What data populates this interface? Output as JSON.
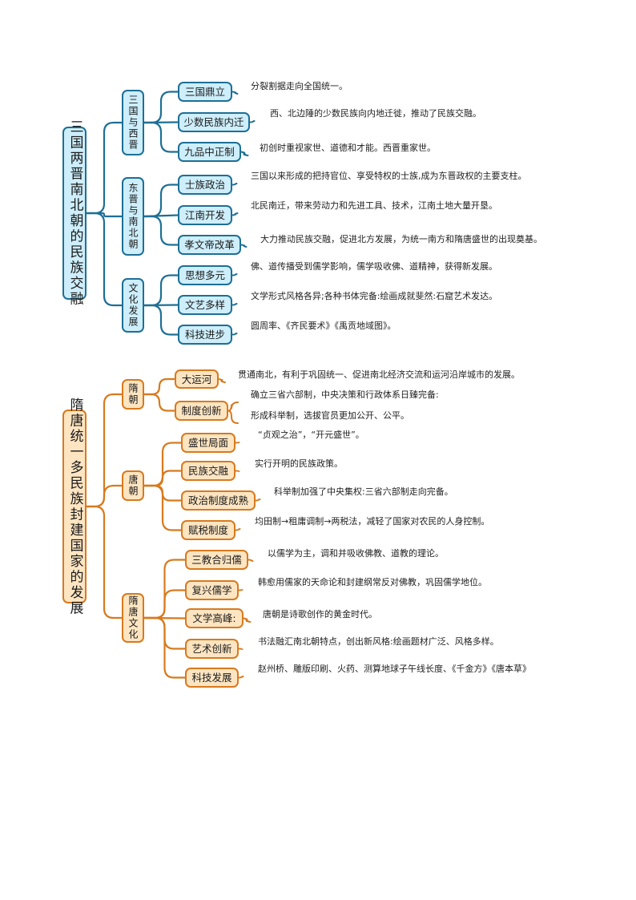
{
  "colors": {
    "section1_accent": "#1e6f95",
    "section1_fill": "#cdeefa",
    "section2_accent": "#d87a1e",
    "section2_fill": "#fde5c2"
  },
  "sections": [
    {
      "title": "三国两晋南北朝的民族交融",
      "groups": [
        {
          "label": "三国与西晋",
          "items": [
            {
              "label": "三国鼎立",
              "desc": [
                "分裂割据走向全国统一。"
              ]
            },
            {
              "label": "少数民族内迁",
              "desc": [
                "西、北边陲的少数民族向内地迁徙，推动了民族交融。"
              ]
            },
            {
              "label": "九品中正制",
              "desc": [
                "初创时重视家世、道德和才能。西晋重家世。"
              ]
            }
          ]
        },
        {
          "label": "东晋与南北朝",
          "items": [
            {
              "label": "士族政治",
              "desc": [
                "三国以来形成的把持官位、享受特权的士族,成为东晋政权的主要支柱。"
              ]
            },
            {
              "label": "江南开发",
              "desc": [
                "北民南迁，带来劳动力和先进工具、技术，江南土地大量开垦。"
              ]
            },
            {
              "label": "孝文帝改革",
              "desc": [
                "大力推动民族交融，促进北方发展，为统一南方和隋唐盛世的出现奠基。"
              ]
            }
          ]
        },
        {
          "label": "文化发展",
          "items": [
            {
              "label": "思想多元",
              "desc": [
                "佛、道传播受到儒学影响，儒学吸收佛、道精神，获得新发展。"
              ]
            },
            {
              "label": "文艺多样",
              "desc": [
                "文学形式风格各异;各种书体完备:绘画成就斐然:石窟艺术发达。"
              ]
            },
            {
              "label": "科技进步",
              "desc": [
                "圆周率、《齐民要术》《禹贡地域图》。"
              ]
            }
          ]
        }
      ]
    },
    {
      "title": "隋唐统一多民族封建国家的发展",
      "groups": [
        {
          "label": "隋朝",
          "items": [
            {
              "label": "大运河",
              "desc": [
                "贯通南北，有利于巩固统一、促进南北经济交流和运河沿岸城市的发展。"
              ]
            },
            {
              "label": "制度创新",
              "desc": [
                "确立三省六部制，中央决策和行政体系日臻完备:",
                "形成科举制，选拔官员更加公开、公平。"
              ]
            }
          ]
        },
        {
          "label": "唐朝",
          "items": [
            {
              "label": "盛世局面",
              "desc": [
                "“贞观之治”，“开元盛世”。"
              ]
            },
            {
              "label": "民族交融",
              "desc": [
                "实行开明的民族政策。"
              ]
            },
            {
              "label": "政治制度成熟",
              "desc": [
                "科举制加强了中央集权:三省六部制走向完备。"
              ]
            },
            {
              "label": "赋税制度",
              "desc": [
                "均田制→租庸调制→两税法，减轻了国家对农民的人身控制。"
              ]
            }
          ]
        },
        {
          "label": "隋唐文化",
          "items": [
            {
              "label": "三教合归儒",
              "desc": [
                "以儒学为主，调和并吸收佛教、道教的理论。"
              ]
            },
            {
              "label": "复兴儒学",
              "desc": [
                "韩愈用儒家的天命论和封建纲常反对佛教，巩固儒学地位。"
              ]
            },
            {
              "label": "文学高峰:",
              "desc": [
                "唐朝是诗歌创作的黄金时代。"
              ]
            },
            {
              "label": "艺术创新",
              "desc": [
                "书法融汇南北朝特点，创出新风格:绘画题材广泛、风格多样。"
              ]
            },
            {
              "label": "科技发展",
              "desc": [
                "赵州桥、雕版印刷、火药、测算地球子午线长度、《千金方》《唐本草》"
              ]
            }
          ]
        }
      ]
    }
  ]
}
